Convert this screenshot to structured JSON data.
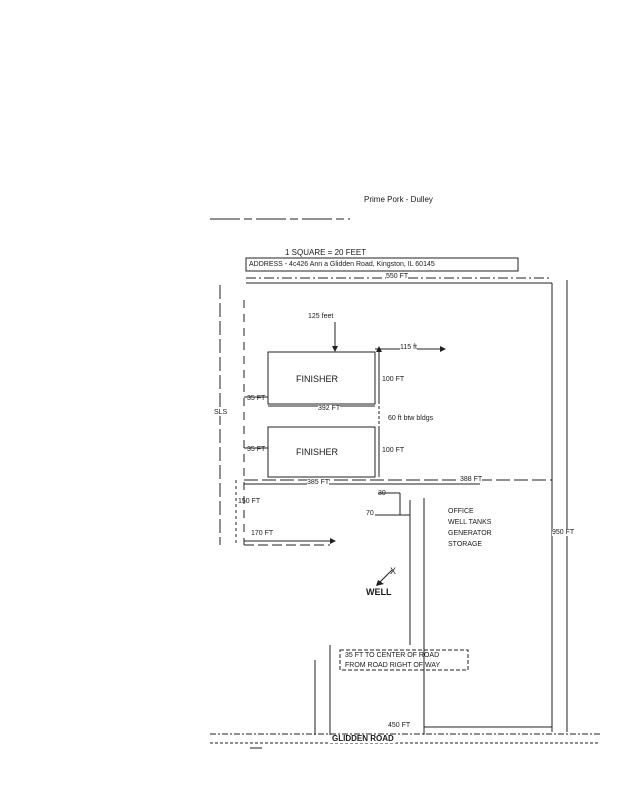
{
  "title": "Prime Pork - Dulley",
  "scale": "1 SQUARE = 20 FEET",
  "address": "ADDRESS - 4c426 Ann a Glidden Road, Kingston, IL 60145",
  "dims": {
    "top_width": "550 FT",
    "right_side": "950 FT",
    "left_side": "SLS",
    "offset_125": "125 feet",
    "width_115": "115 ft",
    "height_100a": "100 FT",
    "height_100b": "100 FT",
    "between_60": "60 ft btw bldgs",
    "len_392": "392 FT",
    "len_385": "385 FT",
    "len_388": "388 FT",
    "offset_35a": "35 FT",
    "offset_35b": "35 FT",
    "offset_150": "150 FT",
    "dist_170": "170 FT",
    "len_30": "30",
    "len_70": "70",
    "bottom_450": "450 FT"
  },
  "buildings": {
    "upper": "FINISHER",
    "lower": "FINISHER"
  },
  "office_list": [
    "OFFICE",
    "WELL TANKS",
    "GENERATOR",
    "STORAGE"
  ],
  "well": {
    "mark": "X",
    "label": "WELL"
  },
  "road_note": {
    "line1": "35 FT TO CENTER OF ROAD",
    "line2": "FROM ROAD RIGHT OF WAY"
  },
  "road": "GLIDDEN ROAD"
}
